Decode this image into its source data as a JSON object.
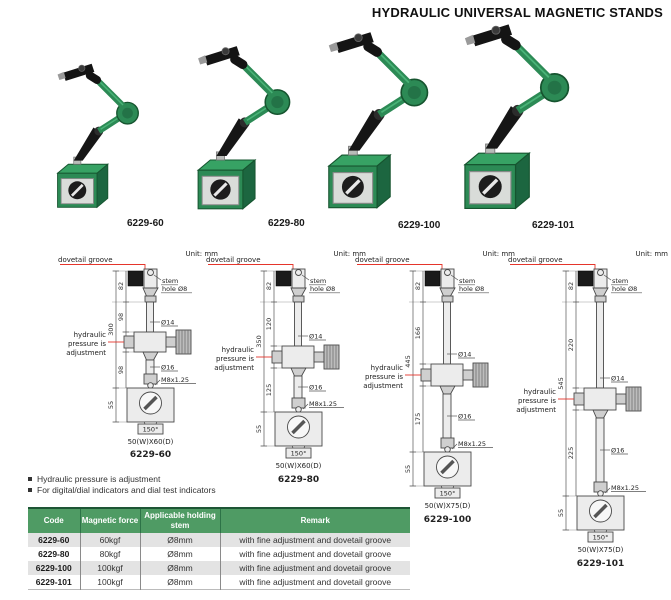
{
  "title": "HYDRAULIC UNIVERSAL MAGNETIC STANDS",
  "products": [
    {
      "code": "6229-60"
    },
    {
      "code": "6229-80"
    },
    {
      "code": "6229-100"
    },
    {
      "code": "6229-101"
    }
  ],
  "diagrams": [
    {
      "code": "6229-60",
      "unit": "Unit: mm",
      "dovetail_label": "dovetail groove",
      "stem_label_1": "stem",
      "stem_label_2": "hole Ø8",
      "hyd_1": "hydraulic",
      "hyd_2": "pressure is",
      "hyd_3": "adjustment",
      "dim_top": "82",
      "dim_upper": "98",
      "dim_lower": "98",
      "dim_overall": "300",
      "dim_base": "55",
      "dia_upper": "Ø14",
      "dia_lower": "Ø16",
      "thread": "M8x1.25",
      "angle": "150°",
      "base_size": "50(W)X60(D)"
    },
    {
      "code": "6229-80",
      "unit": "Unit: mm",
      "dovetail_label": "dovetail groove",
      "stem_label_1": "stem",
      "stem_label_2": "hole Ø8",
      "hyd_1": "hydraulic",
      "hyd_2": "pressure is",
      "hyd_3": "adjustment",
      "dim_top": "82",
      "dim_upper": "120",
      "dim_lower": "125",
      "dim_overall": "350",
      "dim_base": "55",
      "dia_upper": "Ø14",
      "dia_lower": "Ø16",
      "thread": "M8x1.25",
      "angle": "150°",
      "base_size": "50(W)X60(D)"
    },
    {
      "code": "6229-100",
      "unit": "Unit: mm",
      "dovetail_label": "dovetail groove",
      "stem_label_1": "stem",
      "stem_label_2": "hole Ø8",
      "hyd_1": "hydraulic",
      "hyd_2": "pressure is",
      "hyd_3": "adjustment",
      "dim_top": "82",
      "dim_upper": "166",
      "dim_lower": "175",
      "dim_overall": "445",
      "dim_base": "55",
      "dia_upper": "Ø14",
      "dia_lower": "Ø16",
      "thread": "M8x1.25",
      "angle": "150°",
      "base_size": "50(W)X75(D)"
    },
    {
      "code": "6229-101",
      "unit": "Unit: mm",
      "dovetail_label": "dovetail groove",
      "stem_label_1": "stem",
      "stem_label_2": "hole Ø8",
      "hyd_1": "hydraulic",
      "hyd_2": "pressure is",
      "hyd_3": "adjustment",
      "dim_top": "82",
      "dim_upper": "220",
      "dim_lower": "225",
      "dim_overall": "545",
      "dim_base": "55",
      "dia_upper": "Ø14",
      "dia_lower": "Ø16",
      "thread": "M8x1.25",
      "angle": "150°",
      "base_size": "50(W)X75(D)"
    }
  ],
  "notes": [
    "Hydraulic pressure is adjustment",
    "For digital/dial indicators and dial test indicators"
  ],
  "table": {
    "headers": [
      "Code",
      "Magnetic force",
      "Applicable holding stem",
      "Remark"
    ],
    "rows": [
      [
        "6229-60",
        "60kgf",
        "Ø8mm",
        "with fine adjustment and dovetail groove"
      ],
      [
        "6229-80",
        "80kgf",
        "Ø8mm",
        "with fine adjustment and dovetail groove"
      ],
      [
        "6229-100",
        "100kgf",
        "Ø8mm",
        "with fine adjustment and dovetail groove"
      ],
      [
        "6229-101",
        "100kgf",
        "Ø8mm",
        "with fine adjustment and dovetail groove"
      ]
    ]
  },
  "colors": {
    "brand_green": "#2c8a55",
    "table_header_green": "#4f9b64",
    "leader_red": "#e5352b",
    "row_alt_gray": "#e3e3e3"
  }
}
